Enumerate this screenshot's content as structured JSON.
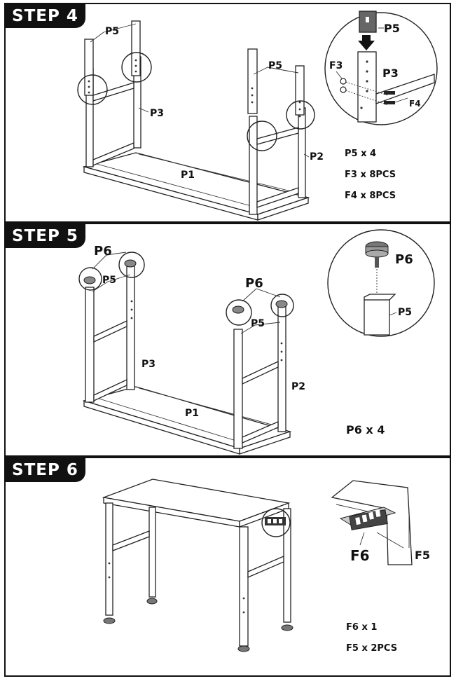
{
  "steps": [
    {
      "title": "STEP 4",
      "labels": {
        "p5": "P5",
        "p3": "P3",
        "p1": "P1",
        "p2": "P2",
        "f3": "F3",
        "f4": "F4"
      },
      "parts": [
        "P5 x 4",
        "F3 x 8PCS",
        "F4 x 8PCS"
      ]
    },
    {
      "title": "STEP 5",
      "labels": {
        "p6": "P6",
        "p5": "P5",
        "p3": "P3",
        "p1": "P1",
        "p2": "P2"
      },
      "parts": [
        "P6 x 4"
      ]
    },
    {
      "title": "STEP 6",
      "labels": {
        "f6": "F6",
        "f5": "F5"
      },
      "parts": [
        "F6 x 1",
        "F5 x 2PCS"
      ]
    }
  ]
}
